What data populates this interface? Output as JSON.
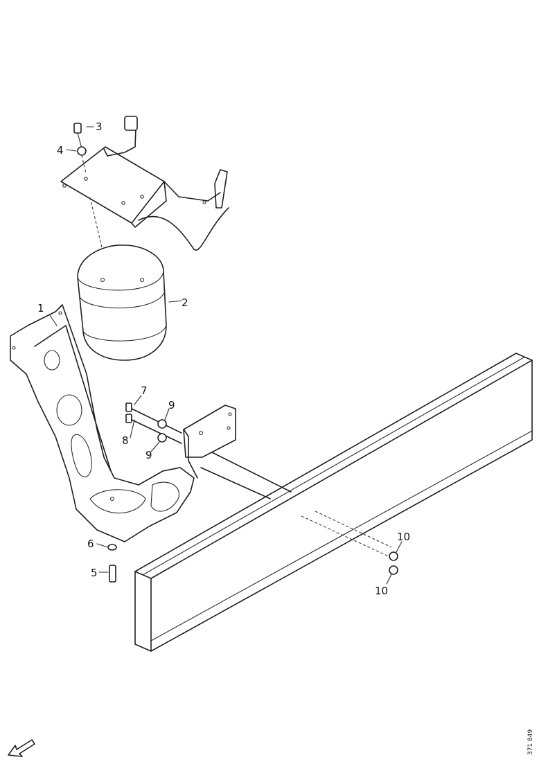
{
  "diagram": {
    "reference": "371 849",
    "callouts": {
      "c1": "1",
      "c2": "2",
      "c3": "3",
      "c4": "4",
      "c5": "5",
      "c6": "6",
      "c7": "7",
      "c8": "8",
      "c9a": "9",
      "c9b": "9",
      "c10a": "10",
      "c10b": "10"
    }
  }
}
